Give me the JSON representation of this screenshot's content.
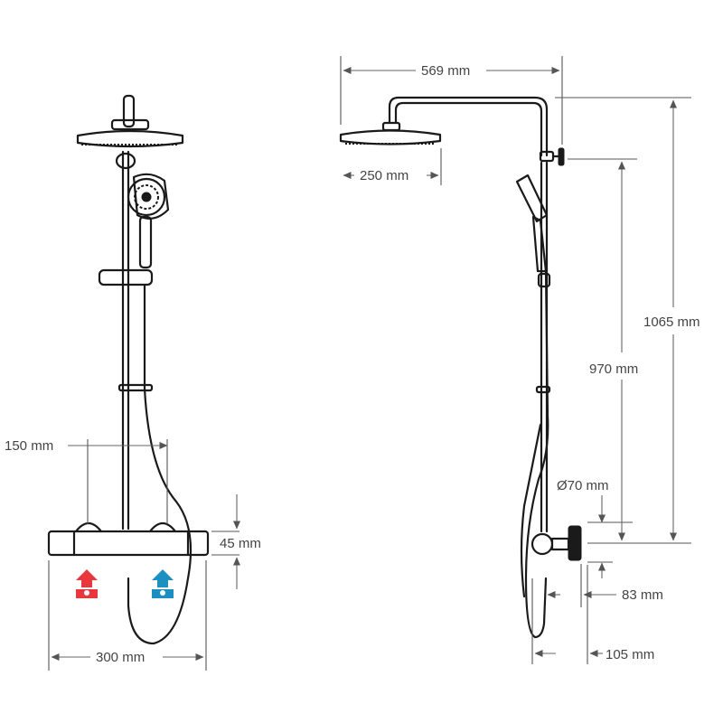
{
  "colors": {
    "hot": "#e8383d",
    "cold": "#1e8fc1",
    "line": "#1a1a1a",
    "dimension": "#666666"
  },
  "icons": {
    "hot_inlet": "hot-water-inlet-icon",
    "cold_inlet": "cold-water-inlet-icon"
  },
  "dimensions": {
    "riser_length": "569 mm",
    "head_diameter": "250 mm",
    "total_height": "1065 mm",
    "bar_height": "970 mm",
    "outlet_diameter": "Ø70 mm",
    "projection_83": "83 mm",
    "projection_105": "105 mm",
    "inlet_centers": "150 mm",
    "valve_height": "45 mm",
    "valve_width": "300 mm"
  }
}
